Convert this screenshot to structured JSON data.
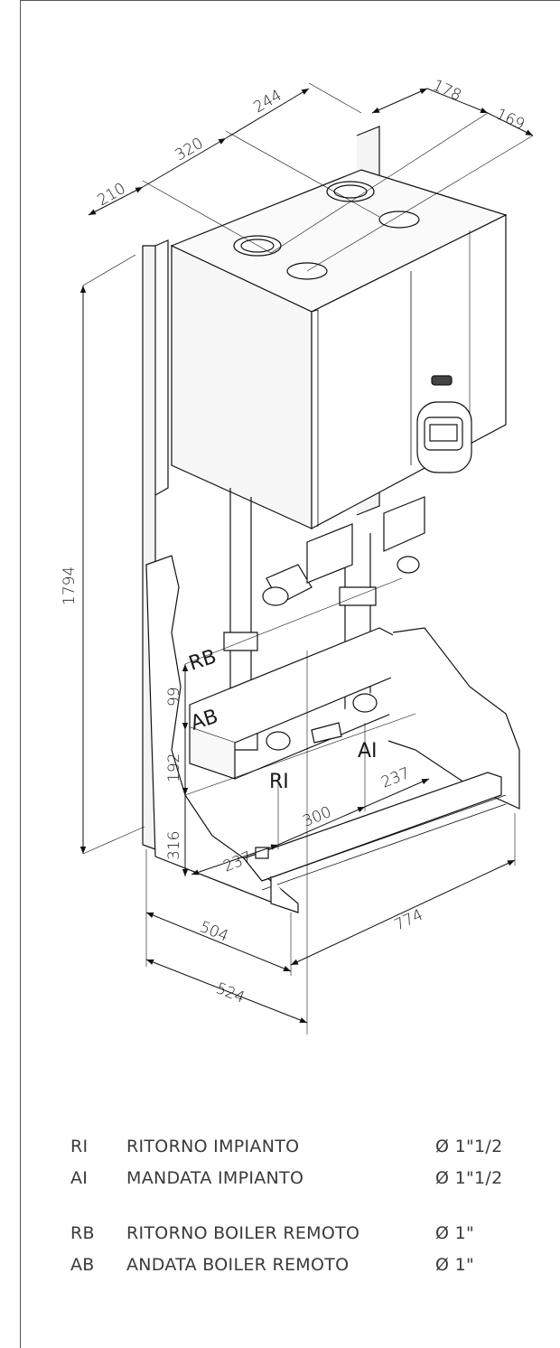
{
  "dimensions": {
    "d210": "210",
    "d320": "320",
    "d244": "244",
    "d178": "178",
    "d169": "169",
    "d1794": "1794",
    "d99": "99",
    "d192": "192",
    "d316": "316",
    "d237a": "237",
    "d300": "300",
    "d237b": "237",
    "d504": "504",
    "d524": "524",
    "d774": "774"
  },
  "labels": {
    "rb": "RB",
    "ab": "AB",
    "ri": "RI",
    "ai": "AI"
  },
  "legend": [
    {
      "code": "RI",
      "desc": "RITORNO IMPIANTO",
      "size": "Ø 1\"1/2"
    },
    {
      "code": "AI",
      "desc": "MANDATA IMPIANTO",
      "size": "Ø 1\"1/2"
    },
    {
      "code": "RB",
      "desc": "RITORNO BOILER REMOTO",
      "size": "Ø 1\""
    },
    {
      "code": "AB",
      "desc": "ANDATA BOILER REMOTO",
      "size": "Ø 1\""
    }
  ]
}
